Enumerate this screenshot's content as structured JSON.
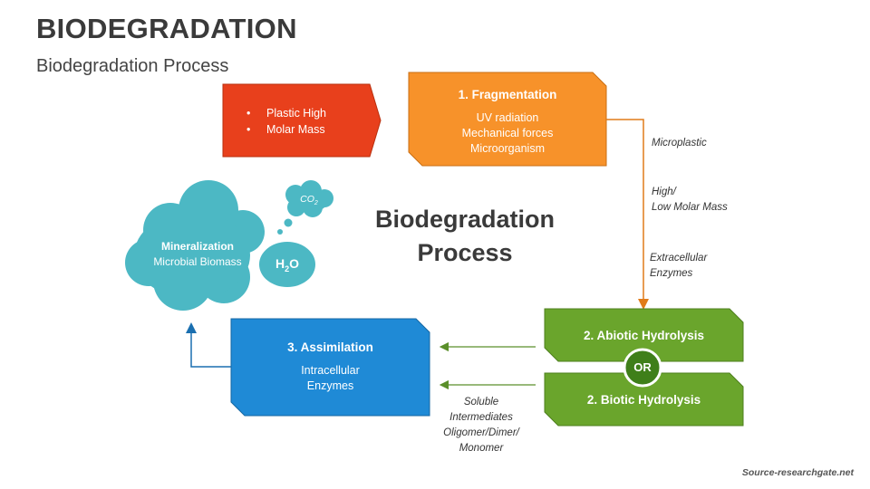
{
  "header": {
    "title": "BIODEGRADATION",
    "subtitle": "Biodegradation Process"
  },
  "center_title": [
    "Biodegradation",
    "Process"
  ],
  "input_box": {
    "bullets": [
      "Plastic High",
      "Molar Mass"
    ],
    "color": "#e8401c"
  },
  "fragmentation": {
    "title": "1. Fragmentation",
    "lines": [
      "UV radiation",
      "Mechanical forces",
      "Microorganism"
    ],
    "color": "#f7922a"
  },
  "abiotic": {
    "title": "2. Abiotic Hydrolysis",
    "color": "#6aa52c"
  },
  "biotic": {
    "title": "2. Biotic Hydrolysis",
    "color": "#6aa52c"
  },
  "or_label": "OR",
  "assimilation": {
    "title": "3. Assimilation",
    "lines": [
      "Intracellular",
      "Enzymes"
    ],
    "color": "#1f8ad6"
  },
  "mineralization": {
    "title": "Mineralization",
    "subtitle": "Microbial Biomass",
    "color": "#4cb8c4"
  },
  "bubbles": {
    "co2": "CO",
    "co2_sub": "2",
    "h2o_a": "H",
    "h2o_sub": "2",
    "h2o_b": "O"
  },
  "notes": {
    "microplastic": "Microplastic",
    "molar_mass": [
      "High/",
      "Low Molar Mass"
    ],
    "extracellular": [
      "Extracellular",
      "Enzymes"
    ],
    "soluble": [
      "Soluble",
      "Intermediates",
      "Oligomer/Dimer/",
      "Monomer"
    ]
  },
  "source": "Source-researchgate.net"
}
